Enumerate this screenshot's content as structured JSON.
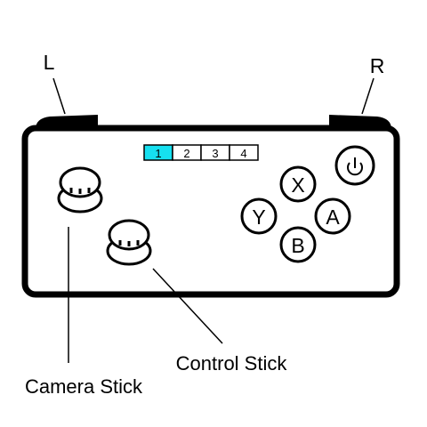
{
  "colors": {
    "outline": "#000000",
    "background": "#ffffff",
    "active_player_led": "#16e0f0"
  },
  "shoulder_buttons": {
    "left": "L",
    "right": "R"
  },
  "player_indicator": {
    "slots": [
      "1",
      "2",
      "3",
      "4"
    ],
    "active": "1"
  },
  "face_buttons": {
    "x": "X",
    "y": "Y",
    "a": "A",
    "b": "B"
  },
  "power_button": {
    "icon": "power-icon"
  },
  "callouts": {
    "camera_stick": "Camera Stick",
    "control_stick": "Control Stick"
  }
}
